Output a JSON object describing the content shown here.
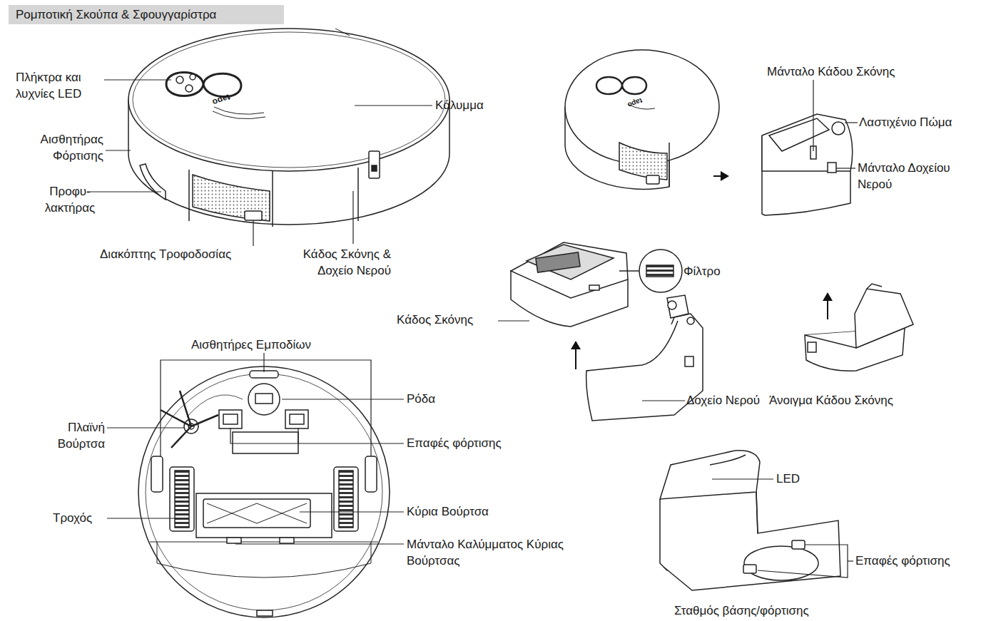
{
  "diagram": {
    "title": "Ρομποτική Σκούπα & Σφουγγαρίστρα",
    "labels": [
      "Πλήκτρα και λυχνίες LED",
      "Κάλυμμα",
      "Αισθητήρας Φόρτισης",
      "Προφυ- λακτήρας",
      "Διακόπτης Τροφοδοσίας",
      "Κάδος Σκόνης & Δοχείο Νερού",
      "Μάνταλο Κάδου Σκόνης",
      "Λαστιχένιο Πώμα",
      "Μάνταλο Δοχείου Νερού",
      "Φίλτρο",
      "Κάδος Σκόνης",
      "Αισθητήρες Εμποδίων",
      "Ρόδα",
      "Πλαϊνή Βούρτσα",
      "Επαφές φόρτισης",
      "Τροχός",
      "Κύρια Βούρτσα",
      "Μάνταλο Καλύμματος Κύριας Βούρτσας",
      "Δοχείο Νερού",
      "Άνοιγμα Κάδου Σκόνης",
      "LED",
      "Επαφές φόρτισης",
      "Σταθμός βάσης/φόρτισης",
      "tapo",
      "tapo"
    ]
  }
}
